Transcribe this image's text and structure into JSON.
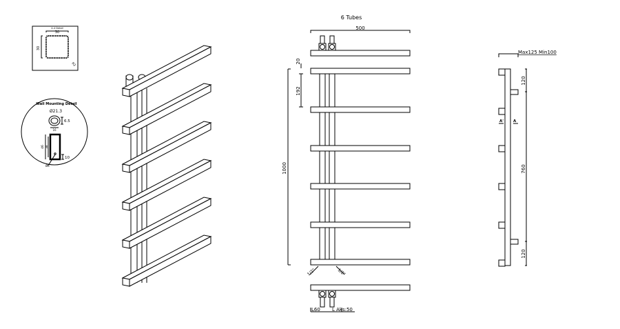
{
  "section_detail": {
    "title": "4-4 Detail",
    "width": "30",
    "height": "30",
    "radius": "R2"
  },
  "wall_detail": {
    "title": "Wall Mounting Detail",
    "pipe_diameter": "Ø21.3",
    "dim_a": "6.5",
    "dim_b": "16",
    "dim_c": "46",
    "dim_d": "38",
    "dim_e": "10",
    "dim_f": "Ø6"
  },
  "front_view": {
    "title": "6 Tubes",
    "width": "500",
    "gap": "20",
    "pitch": "192",
    "height": "1000",
    "valve_left": "1/2\"",
    "valve_right": "1/2\"",
    "bottom_left": "L60",
    "bottom_right": "L Aks:50"
  },
  "side_view": {
    "depth": "Max125  Min100",
    "top": "120",
    "middle": "760",
    "bottom": "120",
    "section_left": "A'",
    "section_right": "A"
  },
  "colors": {
    "line": "#000000",
    "background": "#ffffff"
  }
}
